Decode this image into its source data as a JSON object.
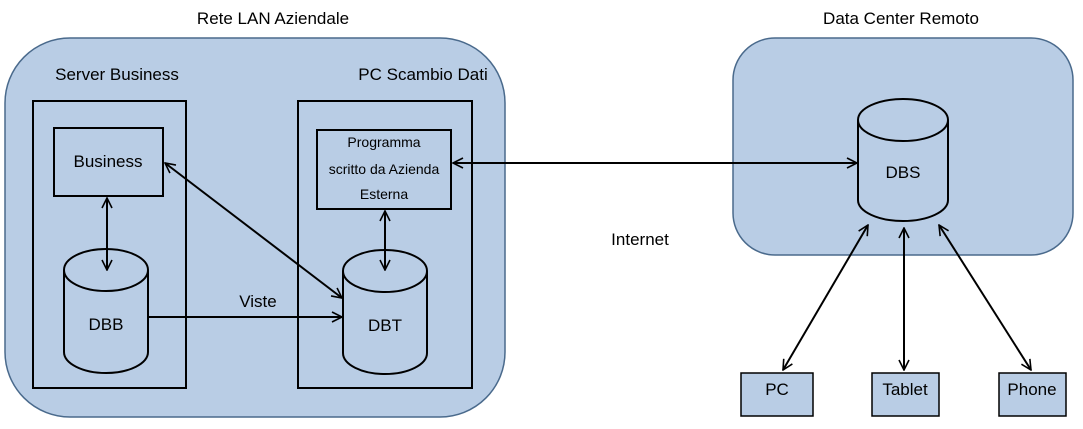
{
  "colors": {
    "zone_fill": "#b9cde5",
    "zone_stroke": "#4a6a8c",
    "node_fill": "#b9cde5",
    "line": "#000000"
  },
  "zones": {
    "lan": {
      "title": "Rete LAN Aziendale"
    },
    "datacenter": {
      "title": "Data Center Remoto"
    }
  },
  "containers": {
    "server_business": {
      "title": "Server Business"
    },
    "pc_scambio": {
      "title": "PC Scambio Dati"
    }
  },
  "nodes": {
    "business": {
      "label": "Business"
    },
    "dbb": {
      "label": "DBB"
    },
    "programma": {
      "lines": [
        "Programma",
        "scritto da Azienda",
        "Esterna"
      ]
    },
    "dbt": {
      "label": "DBT"
    },
    "dbs": {
      "label": "DBS"
    },
    "pc": {
      "label": "PC"
    },
    "tablet": {
      "label": "Tablet"
    },
    "phone": {
      "label": "Phone"
    }
  },
  "edge_labels": {
    "viste": "Viste",
    "internet": "Internet"
  },
  "edges": [
    {
      "from": "business",
      "to": "dbb",
      "direction": "both"
    },
    {
      "from": "business",
      "to": "dbt",
      "direction": "both"
    },
    {
      "from": "dbb",
      "to": "dbt",
      "direction": "forward",
      "label": "Viste"
    },
    {
      "from": "programma",
      "to": "dbt",
      "direction": "both"
    },
    {
      "from": "programma",
      "to": "dbs",
      "direction": "both",
      "label": "Internet"
    },
    {
      "from": "dbs",
      "to": "pc",
      "direction": "both"
    },
    {
      "from": "dbs",
      "to": "tablet",
      "direction": "both"
    },
    {
      "from": "dbs",
      "to": "phone",
      "direction": "both"
    }
  ]
}
